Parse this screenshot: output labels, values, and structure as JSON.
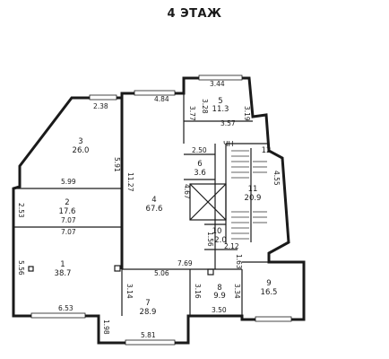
{
  "title": "4 ЭТАЖ",
  "rooms": [
    {
      "num": "1",
      "area": "38.7"
    },
    {
      "num": "2",
      "area": "17.6"
    },
    {
      "num": "3",
      "area": "26.0"
    },
    {
      "num": "4",
      "area": "67.6"
    },
    {
      "num": "5",
      "area": "11.3"
    },
    {
      "num": "6",
      "area": "3.6"
    },
    {
      "num": "7",
      "area": "28.9"
    },
    {
      "num": "8",
      "area": "9.9"
    },
    {
      "num": "9",
      "area": "16.5"
    },
    {
      "num": "10",
      "area": "2.0"
    },
    {
      "num": "11",
      "area": "20.9"
    },
    {
      "num": "12",
      "area": ""
    }
  ],
  "dimensions": [
    "2.38",
    "5.91",
    "5.99",
    "2.53",
    "7.07",
    "7.07",
    "5.56",
    "6.53",
    "4.84",
    "11.27",
    "3.44",
    "3.19",
    "3.28",
    "3.77",
    "3.57",
    "2.50",
    "4.67",
    "4.55",
    "2.12",
    "1.63",
    "1.56",
    "5.06",
    "7.69",
    "3.14",
    "3.16",
    "3.34",
    "1.98",
    "5.81",
    "3.50"
  ],
  "marks": {
    "lift": "ЧН"
  }
}
